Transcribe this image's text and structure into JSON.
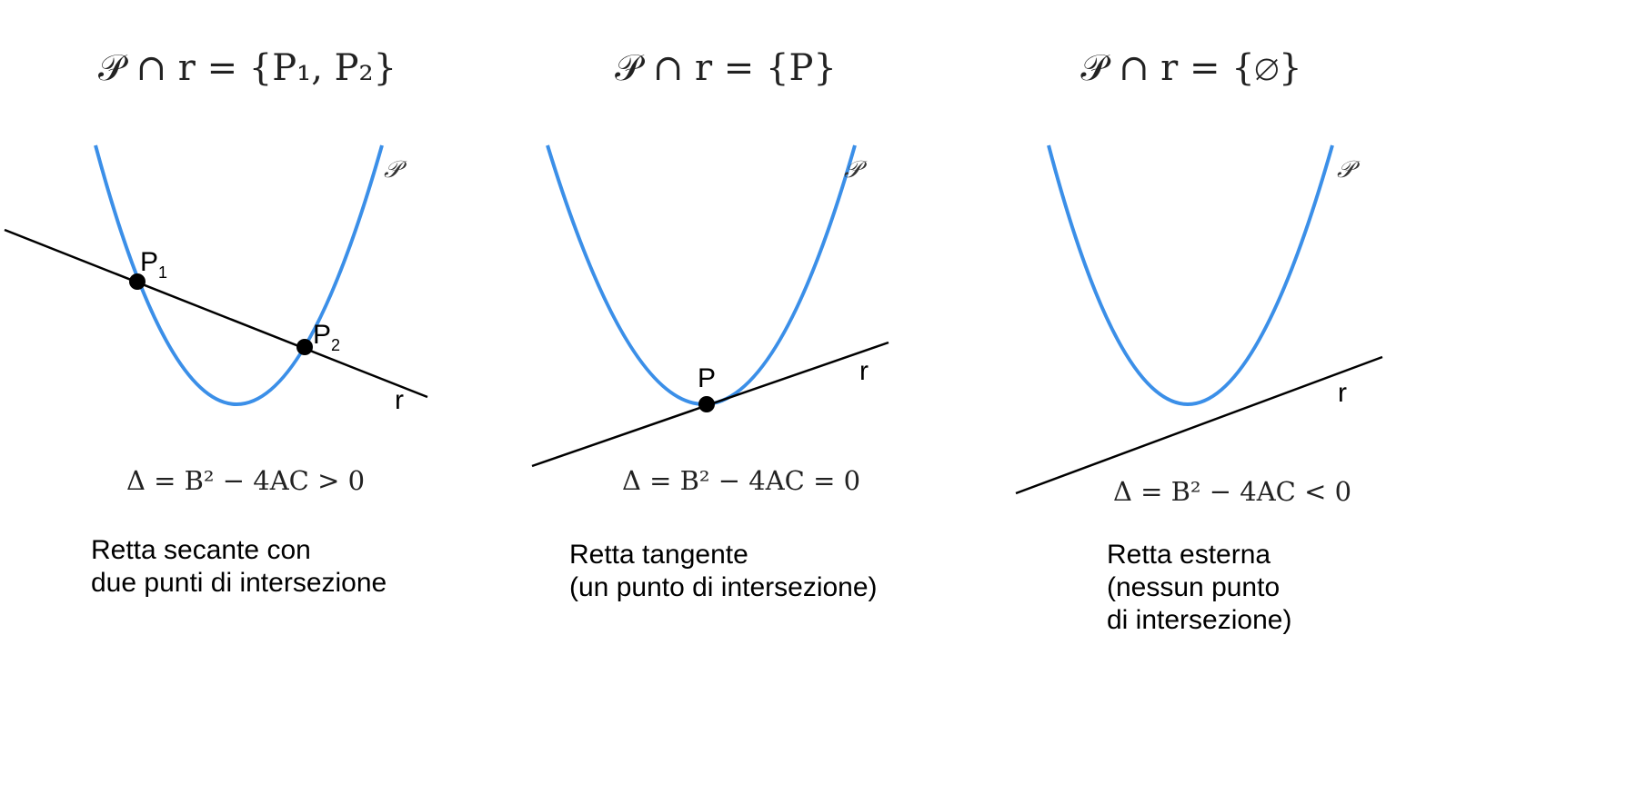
{
  "colors": {
    "parabola": "#3b8fe8",
    "line": "#000000",
    "point": "#000000"
  },
  "parabola_label": "𝒫",
  "line_label": "r",
  "panels": [
    {
      "title": "𝒫 ∩ r = {P₁, P₂}",
      "points": [
        "P",
        "P"
      ],
      "point_subs": [
        "1",
        "2"
      ],
      "delta": "Δ = B² − 4AC > 0",
      "caption": [
        "Retta secante con",
        "due punti di intersezione"
      ]
    },
    {
      "title": "𝒫 ∩ r = {P}",
      "points": [
        "P"
      ],
      "delta": "Δ = B² − 4AC = 0",
      "caption": [
        "Retta tangente",
        "(un punto di intersezione)"
      ]
    },
    {
      "title": "𝒫 ∩ r = {∅}",
      "delta": "Δ = B² − 4AC < 0",
      "caption": [
        "Retta esterna",
        "(nessun punto",
        "di intersezione)"
      ]
    }
  ]
}
